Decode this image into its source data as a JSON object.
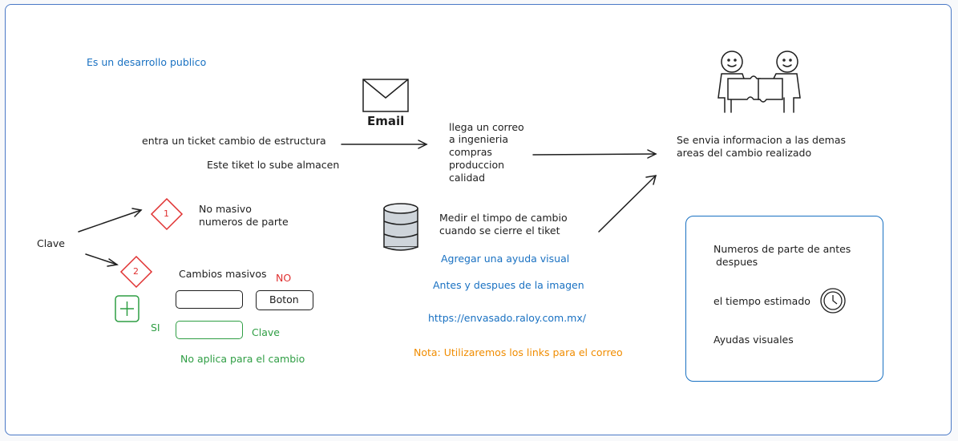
{
  "header_note": "Es un desarrollo publico",
  "ticket": {
    "line": "entra un ticket cambio de estructura",
    "sub": "Este tiket lo sube almacen"
  },
  "email_label": "Email",
  "recipients": [
    "llega un correo",
    "a ingenieria",
    "compras",
    "produccion",
    "calidad"
  ],
  "send_info": [
    "Se envia informacion a las demas",
    "areas del cambio realizado"
  ],
  "clave_label": "Clave",
  "option1": {
    "badge": "1",
    "lines": [
      "No masivo",
      "numeros de parte"
    ]
  },
  "option2": {
    "badge": "2",
    "title": "Cambios masivos",
    "no_label": "NO",
    "button_label": "Boton",
    "si_label": "SI",
    "clave_label": "Clave",
    "no_aplica": "No aplica para el cambio"
  },
  "measure": [
    "Medir el timpo de cambio",
    "cuando se cierre el tiket"
  ],
  "visual_help": "Agregar una ayuda visual",
  "before_after": "Antes y despues de la imagen",
  "url": "https://envasado.raloy.com.mx/",
  "note": "Nota: Utilizaremos los links para el correo",
  "info_box": {
    "line1a": "Numeros de parte de antes",
    "line1b": "despues",
    "line2": "el tiempo estimado",
    "line3": "Ayudas visuales"
  },
  "colors": {
    "blue": "#1971c2",
    "red": "#e03131",
    "green": "#2f9e44",
    "orange": "#f08c00",
    "frame": "#4a78c6"
  }
}
